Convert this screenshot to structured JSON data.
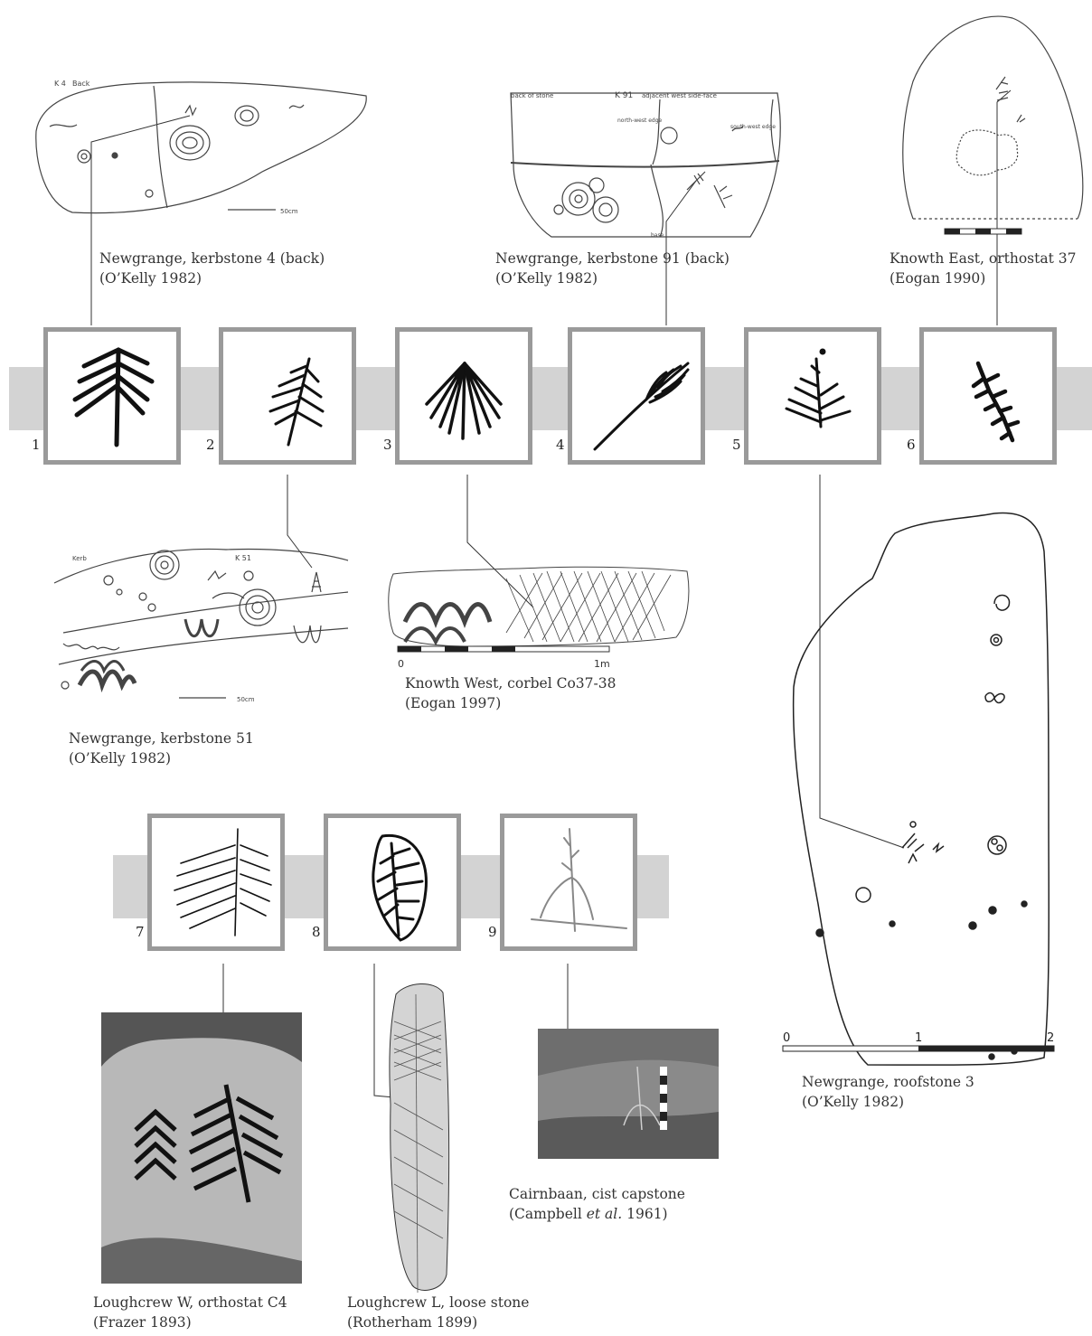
{
  "figure": {
    "motifs": [
      {
        "number": "1"
      },
      {
        "number": "2"
      },
      {
        "number": "3"
      },
      {
        "number": "4"
      },
      {
        "number": "5"
      },
      {
        "number": "6"
      },
      {
        "number": "7"
      },
      {
        "number": "8"
      },
      {
        "number": "9"
      }
    ],
    "captions": {
      "ng_k4": {
        "site": "Newgrange, kerbstone 4 (back)",
        "source": "(O’Kelly 1982)"
      },
      "ng_k91": {
        "site": "Newgrange, kerbstone 91 (back)",
        "source": "(O’Kelly 1982)"
      },
      "kn_e37": {
        "site": "Knowth East, orthostat 37",
        "source": "(Eogan 1990)"
      },
      "ng_k51": {
        "site": "Newgrange, kerbstone 51",
        "source": "(O’Kelly 1982)"
      },
      "kn_w": {
        "site": "Knowth West, corbel Co37-38",
        "source": "(Eogan 1997)"
      },
      "ng_r3": {
        "site": "Newgrange, roofstone 3",
        "source": "(O’Kelly 1982)"
      },
      "cairnbaan": {
        "site": "Cairnbaan, cist capstone",
        "source_pre": "(Campbell ",
        "source_em": "et al.",
        "source_post": " 1961)"
      },
      "lc_w": {
        "site": "Loughcrew W, orthostat C4",
        "source": "(Frazer 1893)"
      },
      "lc_l": {
        "site": "Loughcrew L, loose stone",
        "source": "(Rotherham 1899)"
      }
    },
    "drawing_labels": {
      "k4": "K 4",
      "k4_back": "Back",
      "k91_back": "back of stone",
      "k91": "K 91",
      "k91_adj": "adjacent west side-face",
      "k91_nw": "north-west edge",
      "k91_sw": "south-west edge",
      "k91_base": "base",
      "k51_kerb": "Kerb",
      "k51": "K 51",
      "scale_50cm": "50cm",
      "scale_1m": "1m",
      "scale_0": "0",
      "roof_scale": [
        "0",
        "1",
        "2"
      ]
    }
  }
}
